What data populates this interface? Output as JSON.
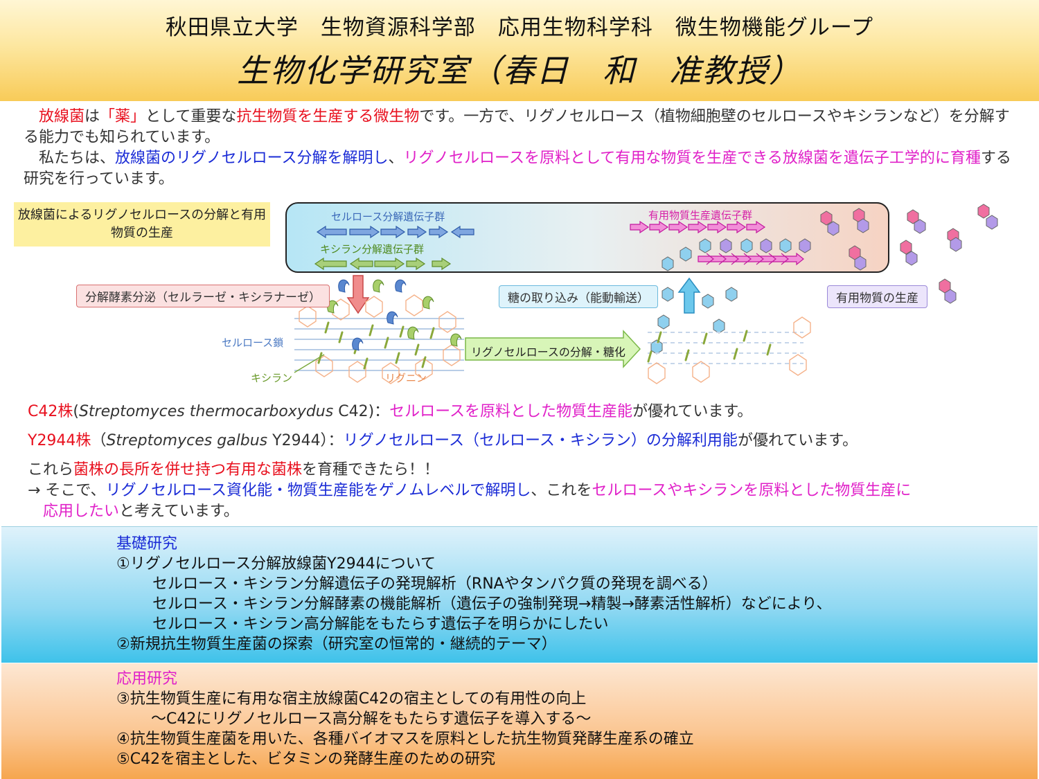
{
  "header": {
    "line1": "秋田県立大学　生物資源科学部　応用生物科学科　微生物機能グループ",
    "line2": "生物化学研究室（春日　和　准教授）"
  },
  "intro": {
    "p1": [
      {
        "t": "　放線菌",
        "c": "red"
      },
      {
        "t": "は",
        "c": ""
      },
      {
        "t": "「薬」",
        "c": "red"
      },
      {
        "t": "として重要な",
        "c": ""
      },
      {
        "t": "抗生物質を生産する微生物",
        "c": "red"
      },
      {
        "t": "です。一方で、リグノセルロース（植物細胞壁のセルロースやキシランなど）を分解する能力でも知られています。",
        "c": ""
      }
    ],
    "p2": [
      {
        "t": "　私たちは、",
        "c": ""
      },
      {
        "t": "放線菌のリグノセルロース分解を解明し",
        "c": "blue"
      },
      {
        "t": "、",
        "c": ""
      },
      {
        "t": "リグノセルロースを原料として有用な物質を生産できる放線菌を遺伝子工学的に育種",
        "c": "mag"
      },
      {
        "t": "する研究を行っています。",
        "c": ""
      }
    ]
  },
  "diagram": {
    "title": "放線菌によるリグノセルロースの分解と有用物質の生産",
    "cellulase_genes": "セルロース分解遺伝子群",
    "xylanase_genes": "キシラン分解遺伝子群",
    "useful_genes": "有用物質生産遺伝子群",
    "secretion": "分解酵素分泌（セルラーゼ・キシラナーゼ）",
    "sugar_uptake": "糖の取り込み（能動輸送）",
    "production": "有用物質の生産",
    "cellulose_chain": "セルロース鎖",
    "xylan": "キシラン",
    "lignin": "リグニン",
    "degradation": "リグノセルロースの分解・糖化",
    "colors": {
      "cellulose": "#4a78c2",
      "xylan": "#7aa83a",
      "useful": "#e73fbf",
      "hex_pink": "#f06fa0",
      "hex_purple": "#b39ae8",
      "hex_blue": "#8fd0ee"
    }
  },
  "strains": {
    "c42": [
      {
        "t": "C42株",
        "c": "red"
      },
      {
        "t": "(",
        "c": ""
      },
      {
        "t": "Streptomyces thermocarboxydus",
        "c": "",
        "i": true
      },
      {
        "t": " C42)：",
        "c": ""
      },
      {
        "t": "セルロースを原料とした物質生産能",
        "c": "mag"
      },
      {
        "t": "が優れています。",
        "c": ""
      }
    ],
    "y2944": [
      {
        "t": "Y2944株",
        "c": "red"
      },
      {
        "t": "（",
        "c": ""
      },
      {
        "t": "Streptomyces galbus",
        "c": "",
        "i": true
      },
      {
        "t": " Y2944）：",
        "c": ""
      },
      {
        "t": "リグノセルロース（セルロース・キシラン）の分解利用能",
        "c": "blue"
      },
      {
        "t": "が優れています。",
        "c": ""
      }
    ]
  },
  "conclusion": {
    "l1": [
      {
        "t": "これら",
        "c": ""
      },
      {
        "t": "菌株の長所を併せ持つ有用な菌株",
        "c": "red"
      },
      {
        "t": "を育種できたら！！",
        "c": ""
      }
    ],
    "l2": [
      {
        "t": "→ そこで、",
        "c": ""
      },
      {
        "t": "リグノセルロース資化能・物質生産能をゲノムレベルで解明し",
        "c": "blue"
      },
      {
        "t": "、これを",
        "c": ""
      },
      {
        "t": "セルロースやキシランを原料とした物質生産に",
        "c": "mag"
      }
    ],
    "l3": [
      {
        "t": "　",
        "c": ""
      },
      {
        "t": "応用したい",
        "c": "mag"
      },
      {
        "t": "と考えています。",
        "c": ""
      }
    ]
  },
  "basic": {
    "heading": "基礎研究",
    "item1": "①リグノセルロース分解放線菌Y2944について",
    "sub1": "セルロース・キシラン分解遺伝子の発現解析（RNAやタンパク質の発現を調べる）",
    "sub2": "セルロース・キシラン分解酵素の機能解析（遺伝子の強制発現→精製→酵素活性解析）などにより、",
    "sub3": "セルロース・キシラン高分解能をもたらす遺伝子を明らかにしたい",
    "item2": "②新規抗生物質生産菌の探索（研究室の恒常的・継続的テーマ）"
  },
  "applied": {
    "heading": "応用研究",
    "item3": "③抗生物質生産に有用な宿主放線菌C42の宿主としての有用性の向上",
    "sub3": "～C42にリグノセルロース高分解をもたらす遺伝子を導入する～",
    "item4": "④抗生物質生産菌を用いた、各種バイオマスを原料とした抗生物質発酵生産系の確立",
    "item5": "⑤C42を宿主とした、ビタミンの発酵生産のための研究"
  }
}
